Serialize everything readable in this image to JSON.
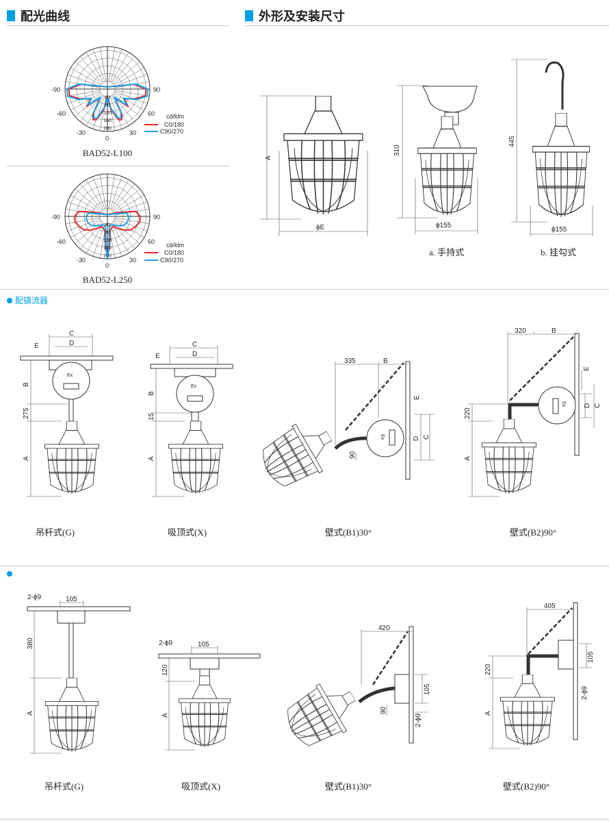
{
  "headers": {
    "light_curve": "配光曲线",
    "dimensions": "外形及安装尺寸"
  },
  "colors": {
    "accent": "#009fe3",
    "c0_180": "#e0262b",
    "c90_270": "#1aa3e8"
  },
  "chart_data": [
    {
      "type": "polar",
      "title": "BAD52-L100",
      "unit": "cd/klm",
      "angle_labels": {
        "m90": "-90",
        "p90": "90",
        "m60": "-60",
        "p60": "60",
        "m30": "-30",
        "p30": "30",
        "zero": "0"
      },
      "ring_labels": [
        "40",
        "80",
        "120",
        "160",
        "200"
      ],
      "rmax": 220,
      "angles": [
        0,
        10,
        20,
        25,
        30,
        40,
        50,
        60,
        70,
        80,
        90,
        100,
        110,
        130,
        180
      ],
      "series": [
        {
          "name": "C0/180",
          "values": [
            40,
            110,
            170,
            175,
            150,
            60,
            140,
            100,
            150,
            200,
            200,
            140,
            40,
            20,
            10
          ]
        },
        {
          "name": "C90/270",
          "values": [
            45,
            100,
            160,
            165,
            140,
            55,
            130,
            95,
            160,
            210,
            210,
            150,
            45,
            20,
            10
          ]
        }
      ]
    },
    {
      "type": "polar",
      "title": "BAD52-L250",
      "unit": "cd/klm",
      "angle_labels": {
        "m90": "-90",
        "p90": "90",
        "m60": "-60",
        "p60": "60",
        "m30": "-30",
        "p30": "30",
        "zero": "0"
      },
      "ring_labels": [
        "40",
        "80",
        "120",
        "160",
        "200"
      ],
      "rmax": 220,
      "angles": [
        0,
        3,
        6,
        10,
        20,
        30,
        40,
        50,
        60,
        70,
        80,
        90,
        100,
        110,
        130,
        180
      ],
      "series": [
        {
          "name": "C0/180",
          "values": [
            200,
            170,
            120,
            75,
            65,
            60,
            80,
            110,
            140,
            155,
            170,
            170,
            150,
            60,
            20,
            10
          ]
        },
        {
          "name": "C90/270",
          "values": [
            220,
            150,
            90,
            60,
            50,
            50,
            60,
            75,
            95,
            105,
            110,
            110,
            100,
            40,
            15,
            10
          ]
        }
      ]
    }
  ],
  "outline": {
    "fig_main": {
      "height": "A",
      "diameter": "ϕE"
    },
    "fig_a": {
      "height": "310",
      "diameter": "ϕ155",
      "caption": "a. 手持式"
    },
    "fig_b": {
      "height": "445",
      "diameter": "ϕ155",
      "caption": "b. 挂勾式"
    }
  },
  "ballast_section": {
    "title": "配镇流器",
    "g": {
      "c": "C",
      "d": "D",
      "e": "E",
      "b": "B",
      "rod": "275",
      "a": "A",
      "box": "Ex",
      "caption": "吊杆式(G)"
    },
    "x": {
      "c": "C",
      "d": "D",
      "e": "E",
      "b": "B",
      "rod": "15",
      "a": "A",
      "box": "Ex",
      "caption": "吸顶式(X)"
    },
    "b1": {
      "w": "335",
      "b": "B",
      "e": "E",
      "d": "D",
      "c": "C",
      "h": "90",
      "box": "Ex",
      "caption": "壁式(B1)30°"
    },
    "b2": {
      "w": "320",
      "b": "B",
      "e": "E",
      "d": "D",
      "c": "C",
      "h": "220",
      "a": "A",
      "box": "Ex",
      "caption": "壁式(B2)90°"
    }
  },
  "plain_section": {
    "g": {
      "holes": "2-ϕ9",
      "w": "105",
      "rod": "380",
      "a": "A",
      "caption": "吊杆式(G)"
    },
    "x": {
      "holes": "2-ϕ9",
      "w": "105",
      "h": "120",
      "a": "A",
      "caption": "吸顶式(X)"
    },
    "b1": {
      "w": "420",
      "h1": "105",
      "h2": "90",
      "holes": "2-ϕ9",
      "caption": "壁式(B1)30°"
    },
    "b2": {
      "w": "405",
      "h1": "105",
      "holes": "2-ϕ9",
      "h2": "220",
      "a": "A",
      "caption": "壁式(B2)90°"
    }
  }
}
